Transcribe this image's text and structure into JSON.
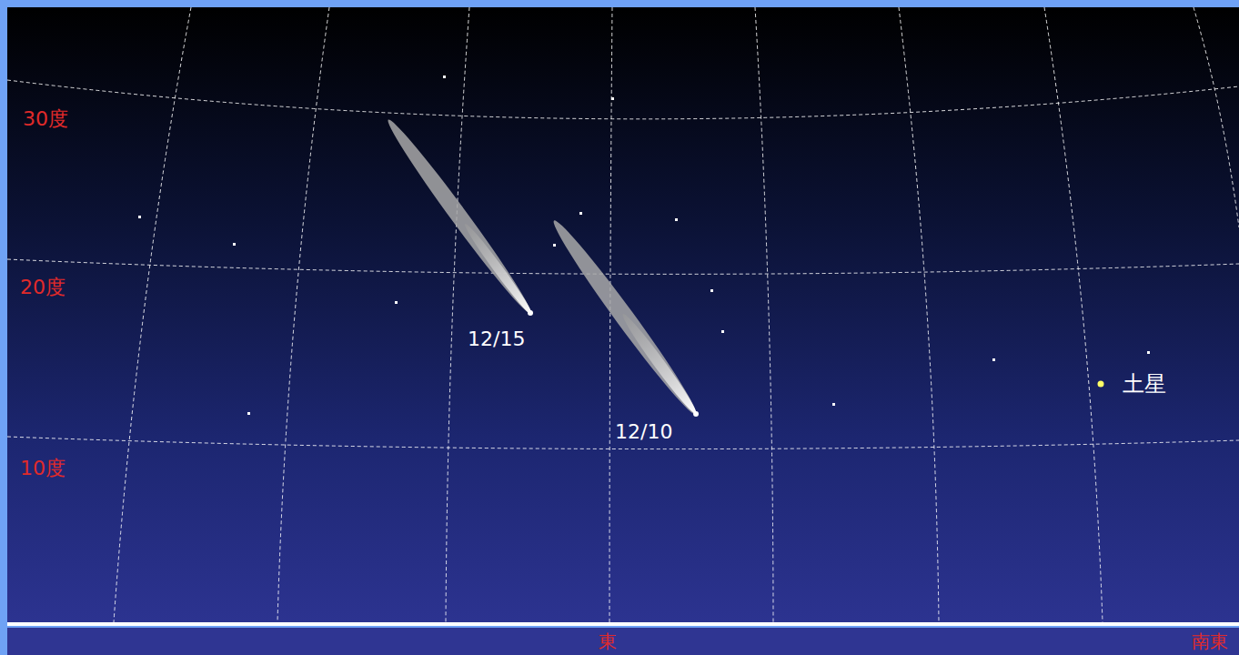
{
  "diagram": {
    "labels": [
      "30度",
      "20度",
      "10度",
      "12/15",
      "12/10",
      "土星",
      "東",
      "南東"
    ]
  }
}
